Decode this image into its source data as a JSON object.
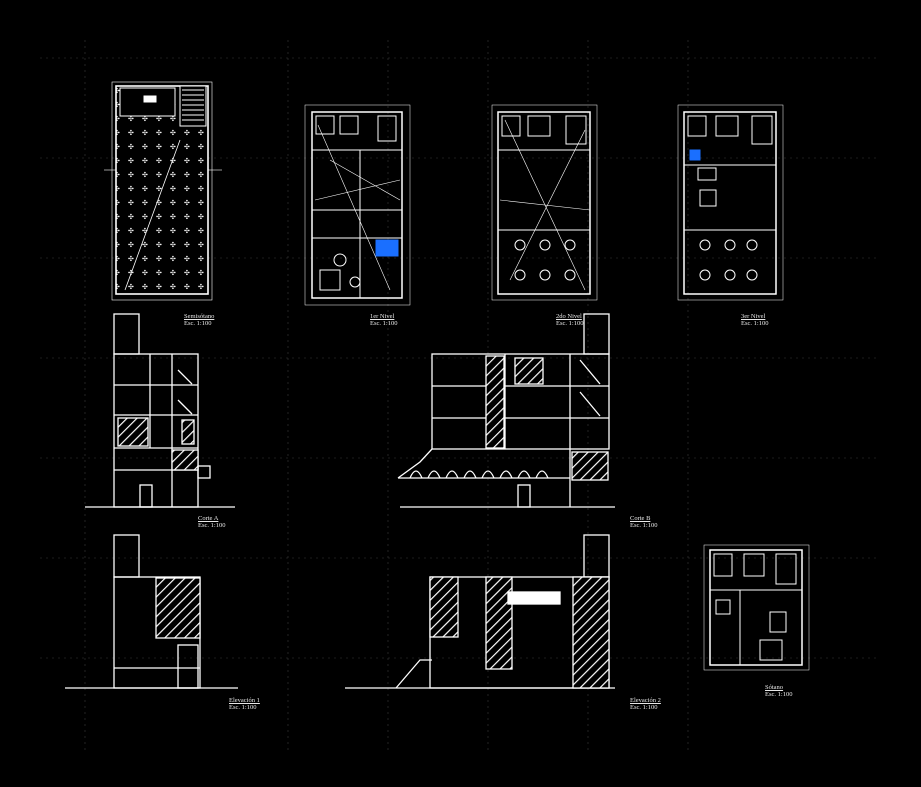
{
  "colors": {
    "background": "#000000",
    "line": "#ffffff",
    "grid": "#3a3a3a",
    "accent": "#1a6fff"
  },
  "drawings": [
    {
      "id": "semisotano",
      "title": "Semisótano",
      "scale": "Esc. 1:100"
    },
    {
      "id": "nivel1",
      "title": "1er Nivel",
      "scale": "Esc. 1:100"
    },
    {
      "id": "nivel2",
      "title": "2do Nivel",
      "scale": "Esc. 1:100"
    },
    {
      "id": "nivel3",
      "title": "3er Nivel",
      "scale": "Esc. 1:100"
    },
    {
      "id": "corte-a",
      "title": "Corte A",
      "scale": "Esc. 1:100"
    },
    {
      "id": "corte-b",
      "title": "Corte B",
      "scale": "Esc. 1:100"
    },
    {
      "id": "sotano",
      "title": "Sótano",
      "scale": "Esc. 1:100"
    },
    {
      "id": "elevacion1",
      "title": "Elevación 1",
      "scale": "Esc. 1:100"
    },
    {
      "id": "elevacion2",
      "title": "Elevación 2",
      "scale": "Esc. 1:100"
    }
  ]
}
